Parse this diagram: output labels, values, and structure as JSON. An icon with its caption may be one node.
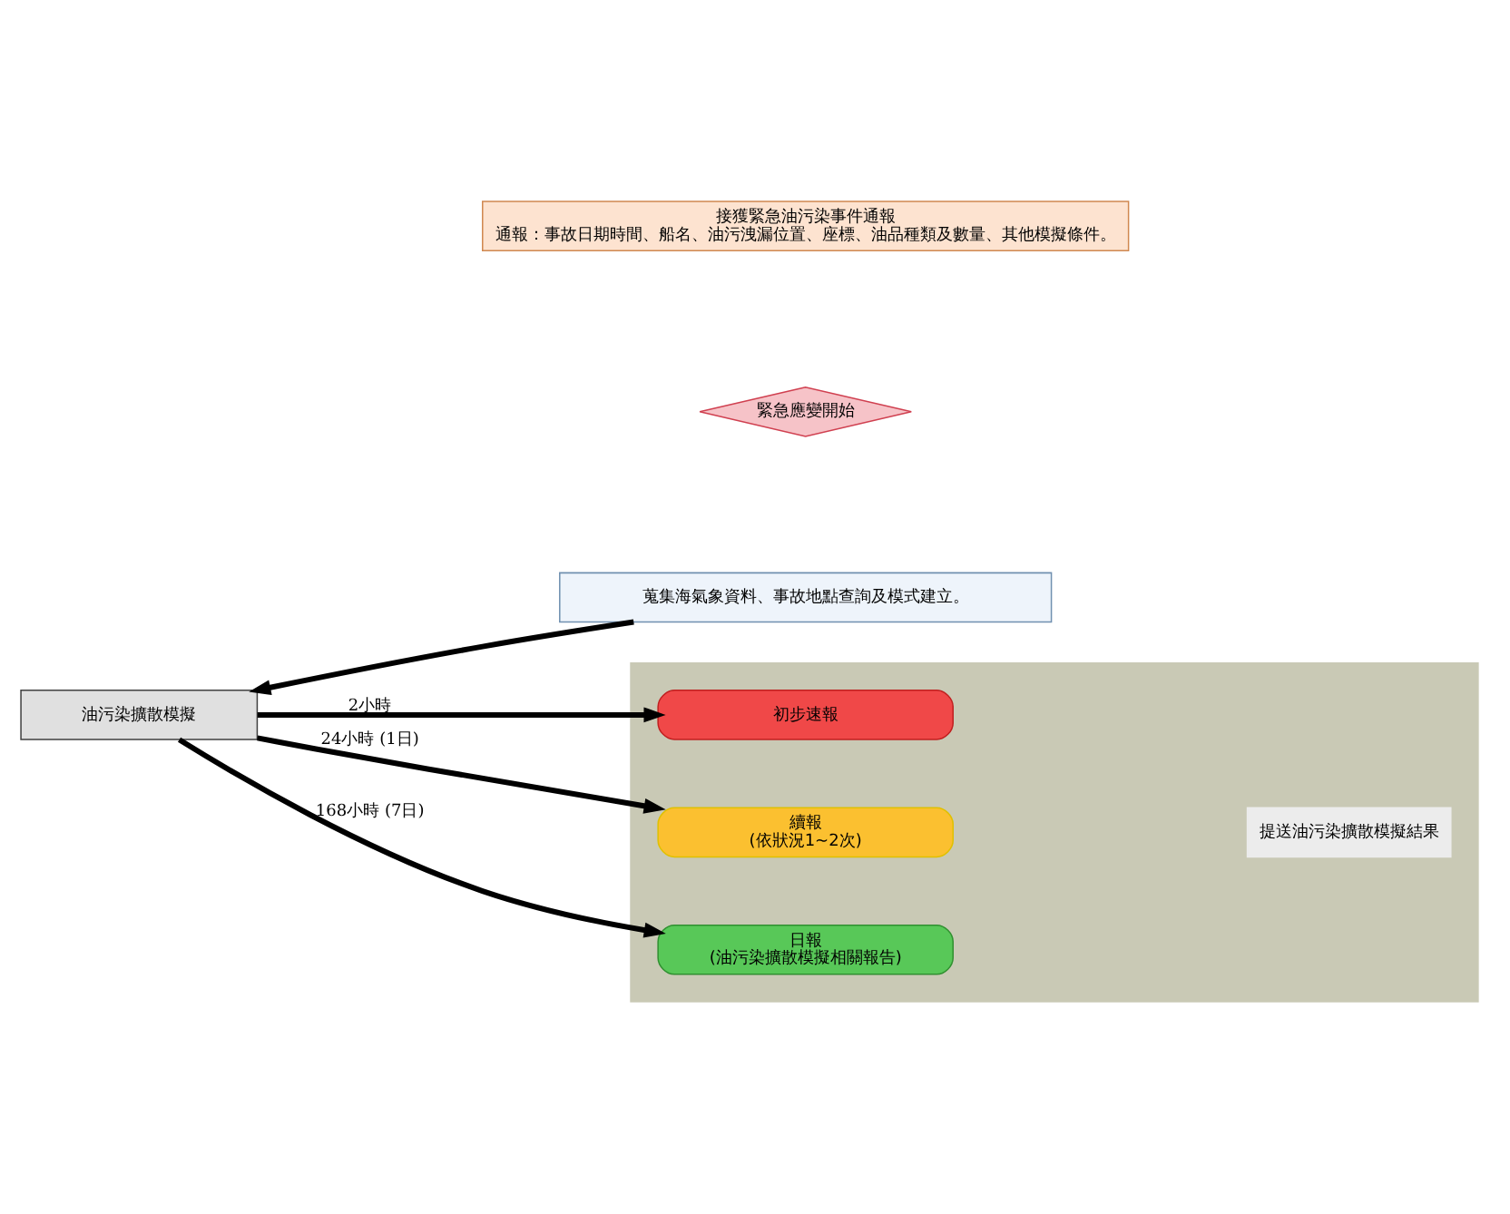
{
  "diagram": {
    "nodes": [
      {
        "text": [
          "接獲緊急油污染事件通報",
          "通報：事故日期時間、船名、油污洩漏位置、座標、油品種類及數量、其他模擬條件。"
        ]
      },
      {
        "text": [
          "緊急應變開始"
        ]
      },
      {
        "text": [
          "蒐集海氣象資料、事故地點查詢及模式建立。"
        ]
      },
      {
        "text": [
          "油污染擴散模擬"
        ]
      },
      {
        "text": [],
        "shape": "box"
      },
      {
        "text": [
          "初步速報"
        ],
        "in": 4
      },
      {
        "text": [
          "續報",
          "(依狀況1~2次)"
        ],
        "in": 4
      },
      {
        "text": [
          "日報",
          "(油污染擴散模擬相關報告)"
        ],
        "in": 4
      },
      {
        "text": [
          "提送油污染擴散模擬結果"
        ],
        "in": 4
      }
    ],
    "edges": [
      {
        "from": 2,
        "to": 3,
        "arrow": "to"
      },
      {
        "from": 3,
        "to": 5,
        "arrow": "to",
        "label": "2小時"
      },
      {
        "from": 3,
        "to": 6,
        "arrow": "to",
        "label": "24小時 (1日)"
      },
      {
        "from": 3,
        "to": 7,
        "arrow": "to",
        "label": "168小時 (7日)"
      }
    ]
  }
}
